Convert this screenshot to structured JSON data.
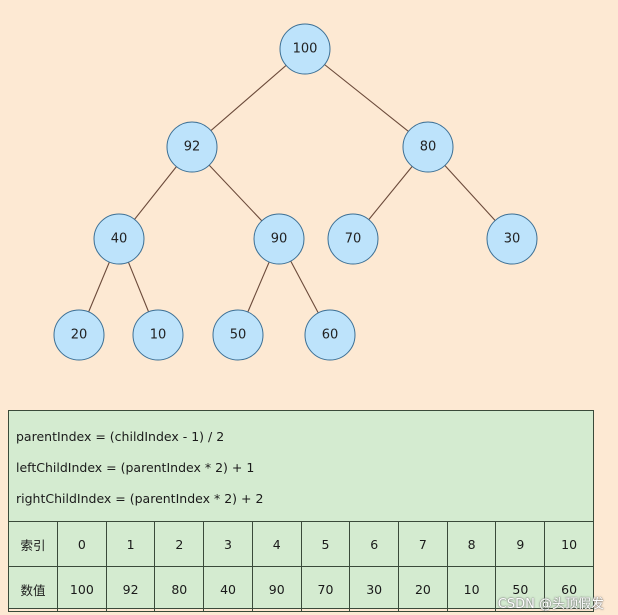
{
  "tree": {
    "nodes": [
      {
        "id": "n0",
        "label": "100"
      },
      {
        "id": "n1",
        "label": "92"
      },
      {
        "id": "n2",
        "label": "80"
      },
      {
        "id": "n3",
        "label": "40"
      },
      {
        "id": "n4",
        "label": "90"
      },
      {
        "id": "n5",
        "label": "70"
      },
      {
        "id": "n6",
        "label": "30"
      },
      {
        "id": "n7",
        "label": "20"
      },
      {
        "id": "n8",
        "label": "10"
      },
      {
        "id": "n9",
        "label": "50"
      },
      {
        "id": "n10",
        "label": "60"
      }
    ],
    "edges": [
      [
        "n0",
        "n1"
      ],
      [
        "n0",
        "n2"
      ],
      [
        "n1",
        "n3"
      ],
      [
        "n1",
        "n4"
      ],
      [
        "n2",
        "n5"
      ],
      [
        "n2",
        "n6"
      ],
      [
        "n3",
        "n7"
      ],
      [
        "n3",
        "n8"
      ],
      [
        "n4",
        "n9"
      ],
      [
        "n4",
        "n10"
      ]
    ],
    "colors": {
      "node_fill": "#bde3fb",
      "node_stroke": "#3c6f94",
      "edge": "#6b4a3a",
      "background": "#fde9d3",
      "panel": "#d4ebd0"
    }
  },
  "formulas": [
    "parentIndex = (childIndex - 1) / 2",
    "leftChildIndex = (parentIndex * 2) + 1",
    "rightChildIndex = (parentIndex * 2) + 2"
  ],
  "table": {
    "index_label": "索引",
    "value_label": "数值",
    "indices": [
      "0",
      "1",
      "2",
      "3",
      "4",
      "5",
      "6",
      "7",
      "8",
      "9",
      "10"
    ],
    "values": [
      "100",
      "92",
      "80",
      "40",
      "90",
      "70",
      "30",
      "20",
      "10",
      "50",
      "60"
    ]
  },
  "watermark": "CSDN @头顶假发"
}
